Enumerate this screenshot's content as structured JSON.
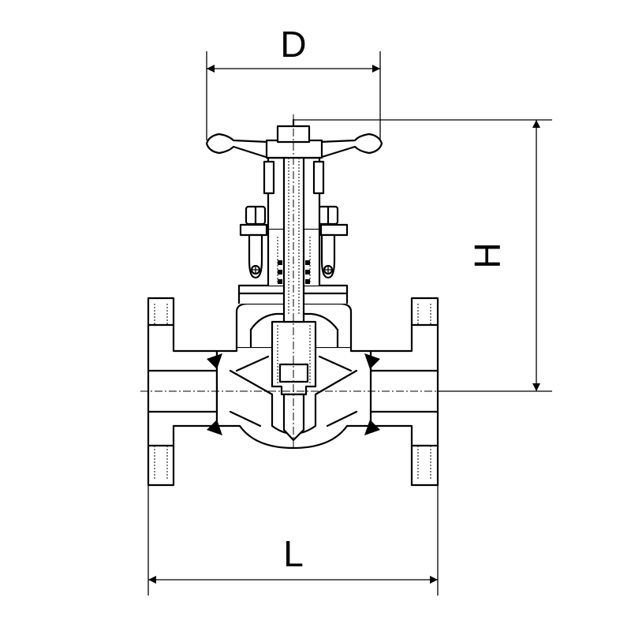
{
  "figure": {
    "labels": {
      "handwheel_diameter": "D",
      "height": "H",
      "face_to_face_length": "L"
    },
    "colors": {
      "line": "#000000",
      "background": "#ffffff"
    }
  }
}
